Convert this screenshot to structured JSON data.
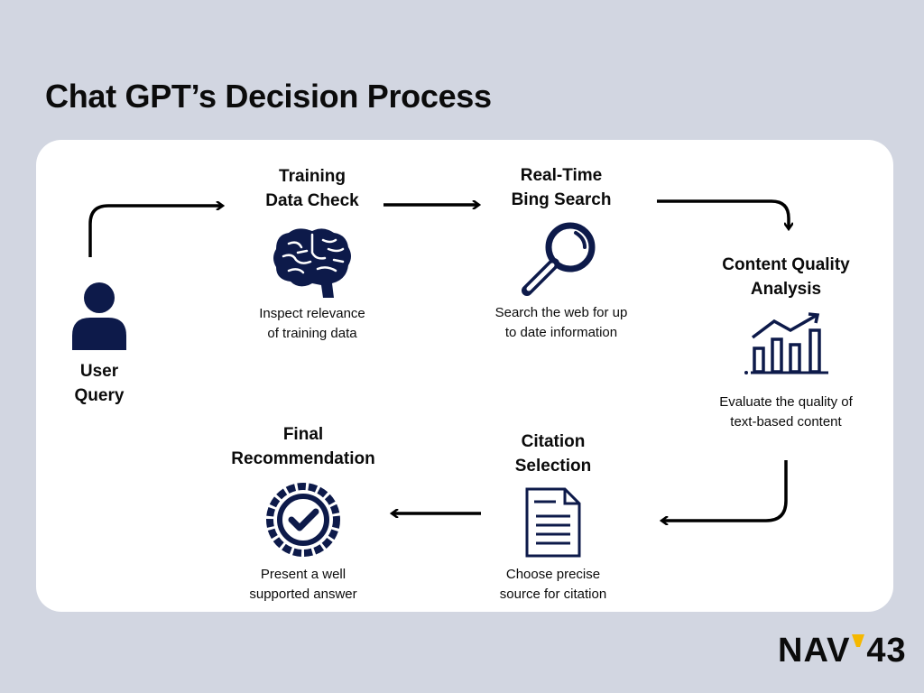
{
  "title": "Chat GPT’s Decision Process",
  "nodes": {
    "user": {
      "title_line1": "User",
      "title_line2": "Query",
      "icon": "user-icon"
    },
    "training": {
      "title_line1": "Training",
      "title_line2": "Data Check",
      "desc_line1": "Inspect relevance",
      "desc_line2": "of training data",
      "icon": "brain-icon"
    },
    "bing": {
      "title_line1": "Real-Time",
      "title_line2": "Bing Search",
      "desc_line1": "Search the web for up",
      "desc_line2": "to date information",
      "icon": "magnifier-icon"
    },
    "content": {
      "title_line1": "Content Quality",
      "title_line2": "Analysis",
      "desc_line1": "Evaluate the quality of",
      "desc_line2": "text-based content",
      "icon": "growth-chart-icon"
    },
    "citation": {
      "title_line1": "Citation",
      "title_line2": "Selection",
      "desc_line1": "Choose precise",
      "desc_line2": "source for citation",
      "icon": "document-icon"
    },
    "final": {
      "title_line1": "Final",
      "title_line2": "Recommendation",
      "desc_line1": "Present a well",
      "desc_line2": "supported answer",
      "icon": "badge-check-icon"
    }
  },
  "logo": {
    "text_left": "NAV",
    "text_right": "43",
    "accent": "#f5b800"
  },
  "colors": {
    "background": "#d2d6e1",
    "icon": "#0d1a4a",
    "card": "#ffffff"
  }
}
